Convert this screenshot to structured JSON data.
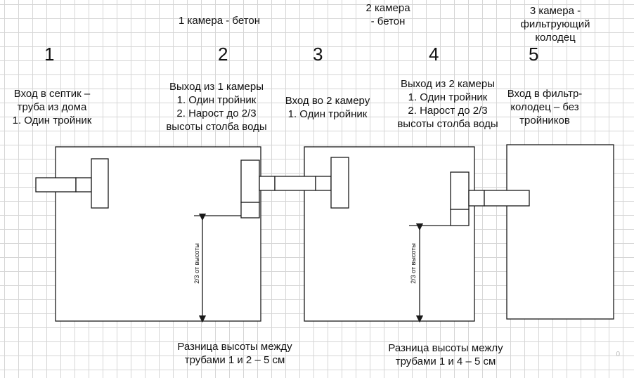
{
  "labels": {
    "chamber1": "1 камера - бетон",
    "chamber2": [
      "2 камера",
      "- бетон"
    ],
    "chamber3": [
      "3 камера -",
      "фильтрующий",
      "колодец"
    ],
    "numbers": [
      "1",
      "2",
      "3",
      "4",
      "5"
    ],
    "p1": [
      "Вход в септик –",
      "труба из дома",
      "1. Один тройник"
    ],
    "p2": [
      "Выход из 1 камеры",
      "1. Один тройник",
      "2. Нарост до 2/3",
      "высоты столба воды"
    ],
    "p3": [
      "Вход во 2 камеру",
      "1. Один тройник"
    ],
    "p4": [
      "Выход из 2 камеры",
      "1. Один тройник",
      "2. Нарост до 2/3",
      "высоты столба воды"
    ],
    "p5": [
      "Вход в фильтр-",
      "колодец – без",
      "тройников"
    ],
    "dim1": "2/3 от высоты",
    "dim2": "2/3 от высоты",
    "note1": [
      "Разница высоты между",
      "трубами 1 и 2 – 5 см"
    ],
    "note2": [
      "Разница высоты межлу",
      "трубами 1 и 4 –  5 см"
    ],
    "watermark": "0"
  },
  "colors": {
    "line": "#1a1a1a",
    "grid": "#d6d6d6"
  }
}
